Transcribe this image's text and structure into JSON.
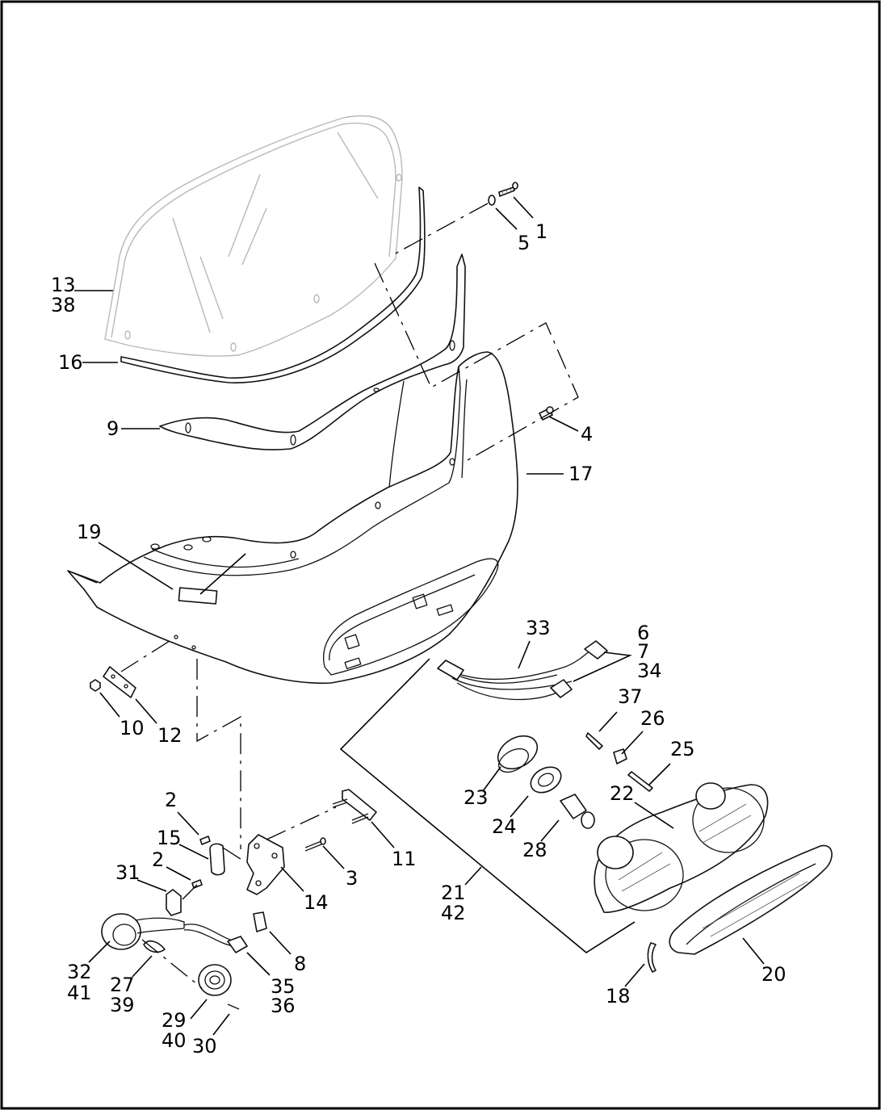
{
  "callouts": {
    "c1": "1",
    "c2a": "2",
    "c2b": "2",
    "c3": "3",
    "c4": "4",
    "c5": "5",
    "c6": "6",
    "c7": "7",
    "c34": "34",
    "c8": "8",
    "c9": "9",
    "c10": "10",
    "c11": "11",
    "c12": "12",
    "c13": "13",
    "c38": "38",
    "c14": "14",
    "c15": "15",
    "c16": "16",
    "c17": "17",
    "c18": "18",
    "c19": "19",
    "c20": "20",
    "c21": "21",
    "c42": "42",
    "c22": "22",
    "c23": "23",
    "c24": "24",
    "c25": "25",
    "c26": "26",
    "c27": "27",
    "c39": "39",
    "c28": "28",
    "c29": "29",
    "c40": "40",
    "c30": "30",
    "c31": "31",
    "c32": "32",
    "c41": "41",
    "c33": "33",
    "c35": "35",
    "c36": "36",
    "c37": "37"
  }
}
